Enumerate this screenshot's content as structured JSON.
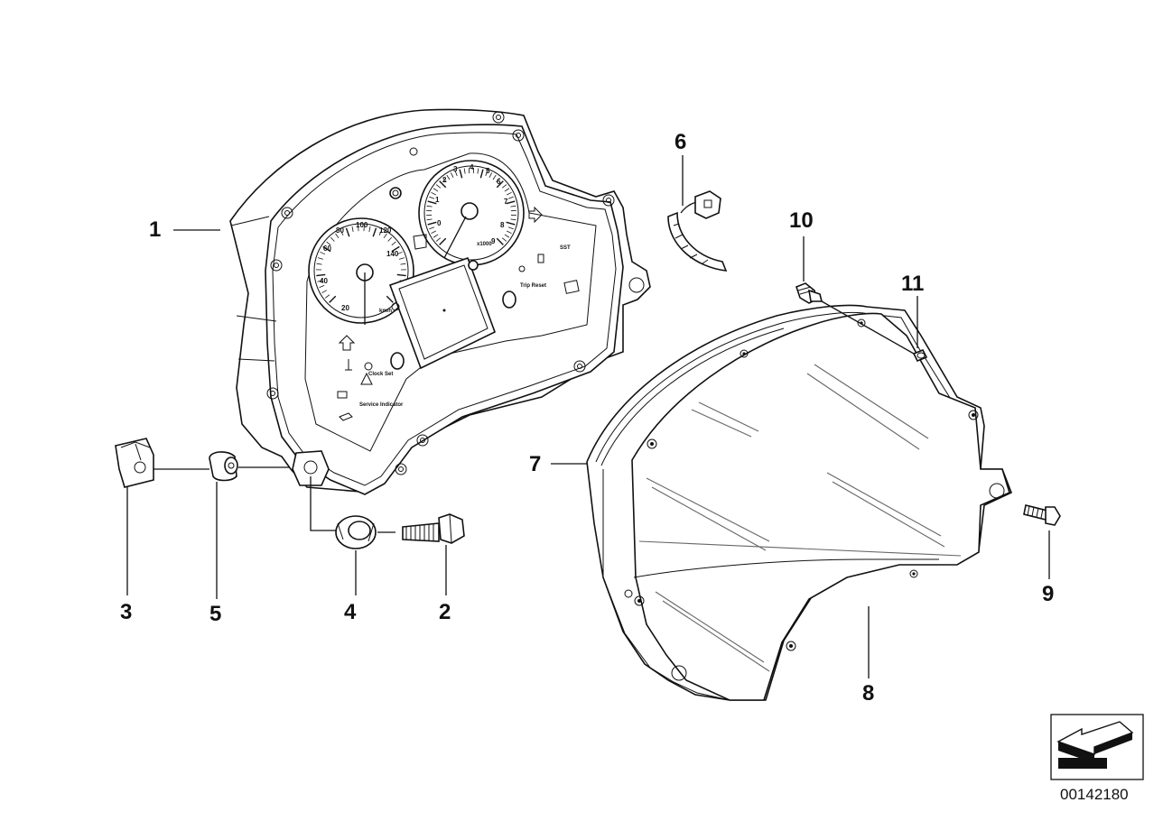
{
  "callouts": {
    "p1": "1",
    "p2": "2",
    "p3": "3",
    "p4": "4",
    "p5": "5",
    "p6": "6",
    "p7": "7",
    "p8": "8",
    "p9": "9",
    "p10": "10",
    "p11": "11"
  },
  "speedometer": {
    "scale": [
      "20",
      "40",
      "60",
      "80",
      "100",
      "120",
      "140"
    ],
    "unit": "km/h"
  },
  "tachometer": {
    "scale": [
      "0",
      "1",
      "2",
      "3",
      "4",
      "5",
      "6",
      "7",
      "8",
      "9"
    ],
    "unit": "x1000"
  },
  "panel_labels": {
    "trip_reset": "Trip Reset",
    "clock_set": "Clock Set",
    "service_indicator": "Service Indicator",
    "sst": "SST"
  },
  "reference_number": "00142180",
  "icons": {
    "orientation": "orientation-arrow-icon"
  }
}
